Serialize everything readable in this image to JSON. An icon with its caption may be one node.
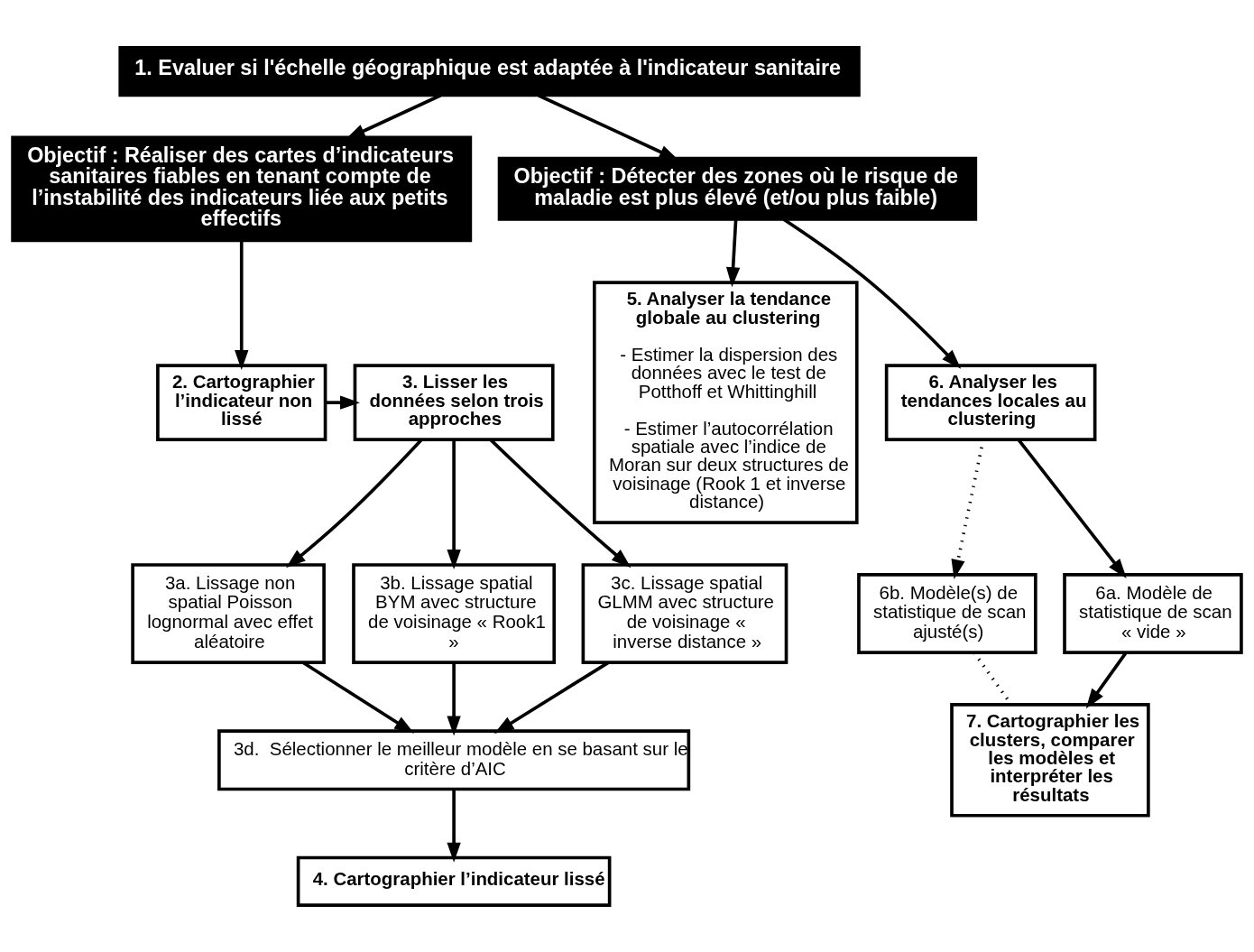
{
  "diagram": {
    "nodes": [
      {
        "text": [
          "1. Evaluer si l'échelle géographique est adaptée à l'indicateur sanitaire"
        ]
      },
      {
        "text": [
          "Objectif : Réaliser des cartes d’indicateurs sanitaires fiables en tenant compte de l’instabilité des indicateurs liée aux petits effectifs"
        ]
      },
      {
        "text": [
          "Objectif : Détecter des zones où le risque de maladie est plus élevé (et/ou plus faible)"
        ]
      },
      {
        "text": [
          "2. Cartographier l’indicateur non lissé"
        ]
      },
      {
        "text": [
          "3. Lisser les données selon trois approches"
        ]
      },
      {
        "text": [
          "3a. Lissage non spatial Poisson lognormal avec effet aléatoire"
        ]
      },
      {
        "text": [
          "3b. Lissage spatial BYM avec structure de voisinage « Rook1 »"
        ]
      },
      {
        "text": [
          "3c. Lissage spatial GLMM avec structure de voisinage « inverse distance »"
        ]
      },
      {
        "text": [
          "3d.  Sélectionner le meilleur modèle en se basant sur le critère d’AIC"
        ]
      },
      {
        "text": [
          "4. Cartographier l’indicateur lissé"
        ]
      },
      {
        "text": [
          "5. Analyser la tendance globale au clustering",
          "- Estimer la dispersion des données avec le test de Potthoff et Whittinghill",
          "- Estimer l’autocorrélation spatiale avec l’indice de Moran sur deux structures de voisinage (Rook 1 et inverse distance)"
        ]
      },
      {
        "text": [
          "6. Analyser les tendances locales au clustering"
        ]
      },
      {
        "text": [
          "6a. Modèle de statistique de scan « vide »"
        ]
      },
      {
        "text": [
          "6b. Modèle(s) de statistique de scan ajusté(s)"
        ]
      },
      {
        "text": [
          "7. Cartographier les clusters, comparer les modèles et interpréter les résultats"
        ]
      }
    ],
    "edges": [
      {
        "from": 0,
        "to": 1,
        "arrow": "to"
      },
      {
        "from": 0,
        "to": 2,
        "arrow": "to"
      },
      {
        "from": 1,
        "to": 3,
        "arrow": "to"
      },
      {
        "from": 3,
        "to": 4,
        "arrow": "to"
      },
      {
        "from": 4,
        "to": 5,
        "arrow": "to"
      },
      {
        "from": 4,
        "to": 6,
        "arrow": "to"
      },
      {
        "from": 4,
        "to": 7,
        "arrow": "to"
      },
      {
        "from": 5,
        "to": 8,
        "arrow": "to"
      },
      {
        "from": 6,
        "to": 8,
        "arrow": "to"
      },
      {
        "from": 7,
        "to": 8,
        "arrow": "to"
      },
      {
        "from": 8,
        "to": 9,
        "arrow": "to"
      },
      {
        "from": 2,
        "to": 10,
        "arrow": "to"
      },
      {
        "from": 2,
        "to": 11,
        "arrow": "to"
      },
      {
        "from": 11,
        "to": 12,
        "arrow": "to"
      },
      {
        "from": 11,
        "to": 13,
        "arrow": "to",
        "style": "dashed"
      },
      {
        "from": 12,
        "to": 14,
        "arrow": "to"
      },
      {
        "from": 13,
        "to": 14,
        "arrow": "none",
        "style": "dashed"
      }
    ]
  }
}
